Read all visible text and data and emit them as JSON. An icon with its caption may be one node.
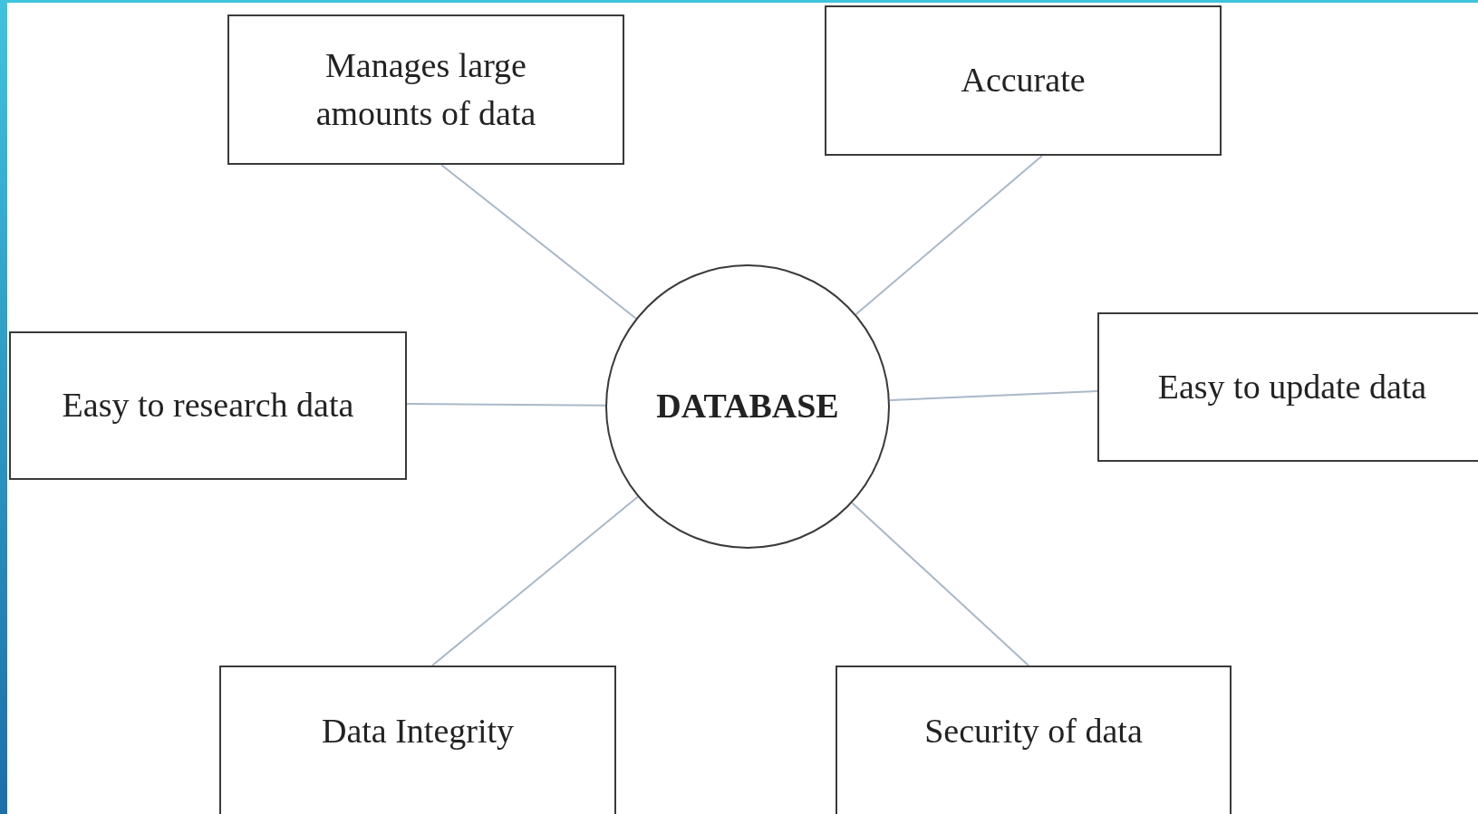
{
  "diagram": {
    "nodes": [
      {
        "text": [
          "DATABASE"
        ]
      },
      {
        "text": [
          "Manages large amounts of data"
        ]
      },
      {
        "text": [
          "Accurate"
        ]
      },
      {
        "text": [
          "Easy to research data"
        ]
      },
      {
        "text": [
          "Easy to update data"
        ]
      },
      {
        "text": [
          "Data Integrity"
        ]
      },
      {
        "text": [
          "Security of data"
        ]
      }
    ],
    "edges": [
      {
        "from": 1,
        "to": 0,
        "arrow": "none"
      },
      {
        "from": 2,
        "to": 0,
        "arrow": "none"
      },
      {
        "from": 3,
        "to": 0,
        "arrow": "none"
      },
      {
        "from": 4,
        "to": 0,
        "arrow": "none"
      },
      {
        "from": 5,
        "to": 0,
        "arrow": "none"
      },
      {
        "from": 6,
        "to": 0,
        "arrow": "none"
      }
    ]
  }
}
